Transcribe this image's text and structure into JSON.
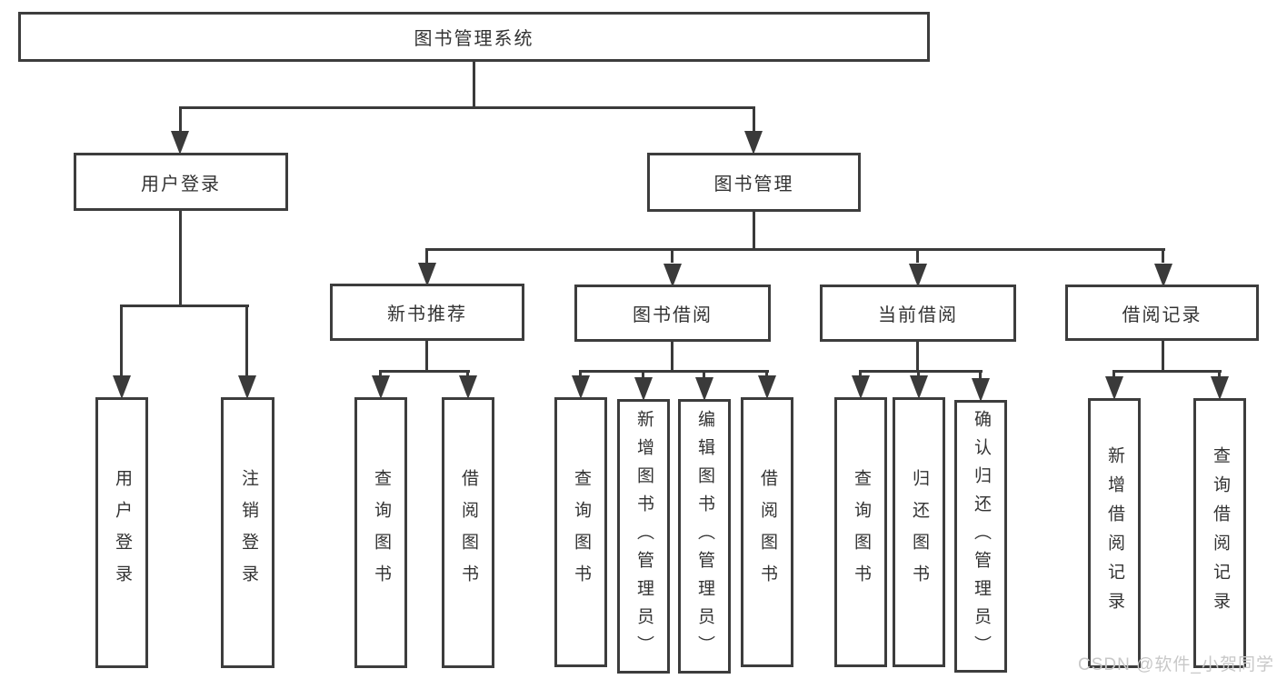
{
  "tree": {
    "root": {
      "label": "图书管理系统",
      "children": [
        {
          "label": "用户登录",
          "children": [
            {
              "label": "用户登录"
            },
            {
              "label": "注销登录"
            }
          ]
        },
        {
          "label": "图书管理",
          "children": [
            {
              "label": "新书推荐",
              "children": [
                {
                  "label": "查询图书"
                },
                {
                  "label": "借阅图书"
                }
              ]
            },
            {
              "label": "图书借阅",
              "children": [
                {
                  "label": "查询图书"
                },
                {
                  "label": "新增图书（管理员）"
                },
                {
                  "label": "编辑图书（管理员）"
                },
                {
                  "label": "借阅图书"
                }
              ]
            },
            {
              "label": "当前借阅",
              "children": [
                {
                  "label": "查询图书"
                },
                {
                  "label": "归还图书"
                },
                {
                  "label": "确认归还（管理员）"
                }
              ]
            },
            {
              "label": "借阅记录",
              "children": [
                {
                  "label": "新增借阅记录"
                },
                {
                  "label": "查询借阅记录"
                }
              ]
            }
          ]
        }
      ]
    }
  },
  "watermark": {
    "text": "CSDN @软件_小贺同学"
  },
  "colors": {
    "line": "#3a3a3a",
    "border": "#3d3d3d",
    "text": "#333333",
    "watermark": "#c8c8c8",
    "background": "#ffffff"
  }
}
